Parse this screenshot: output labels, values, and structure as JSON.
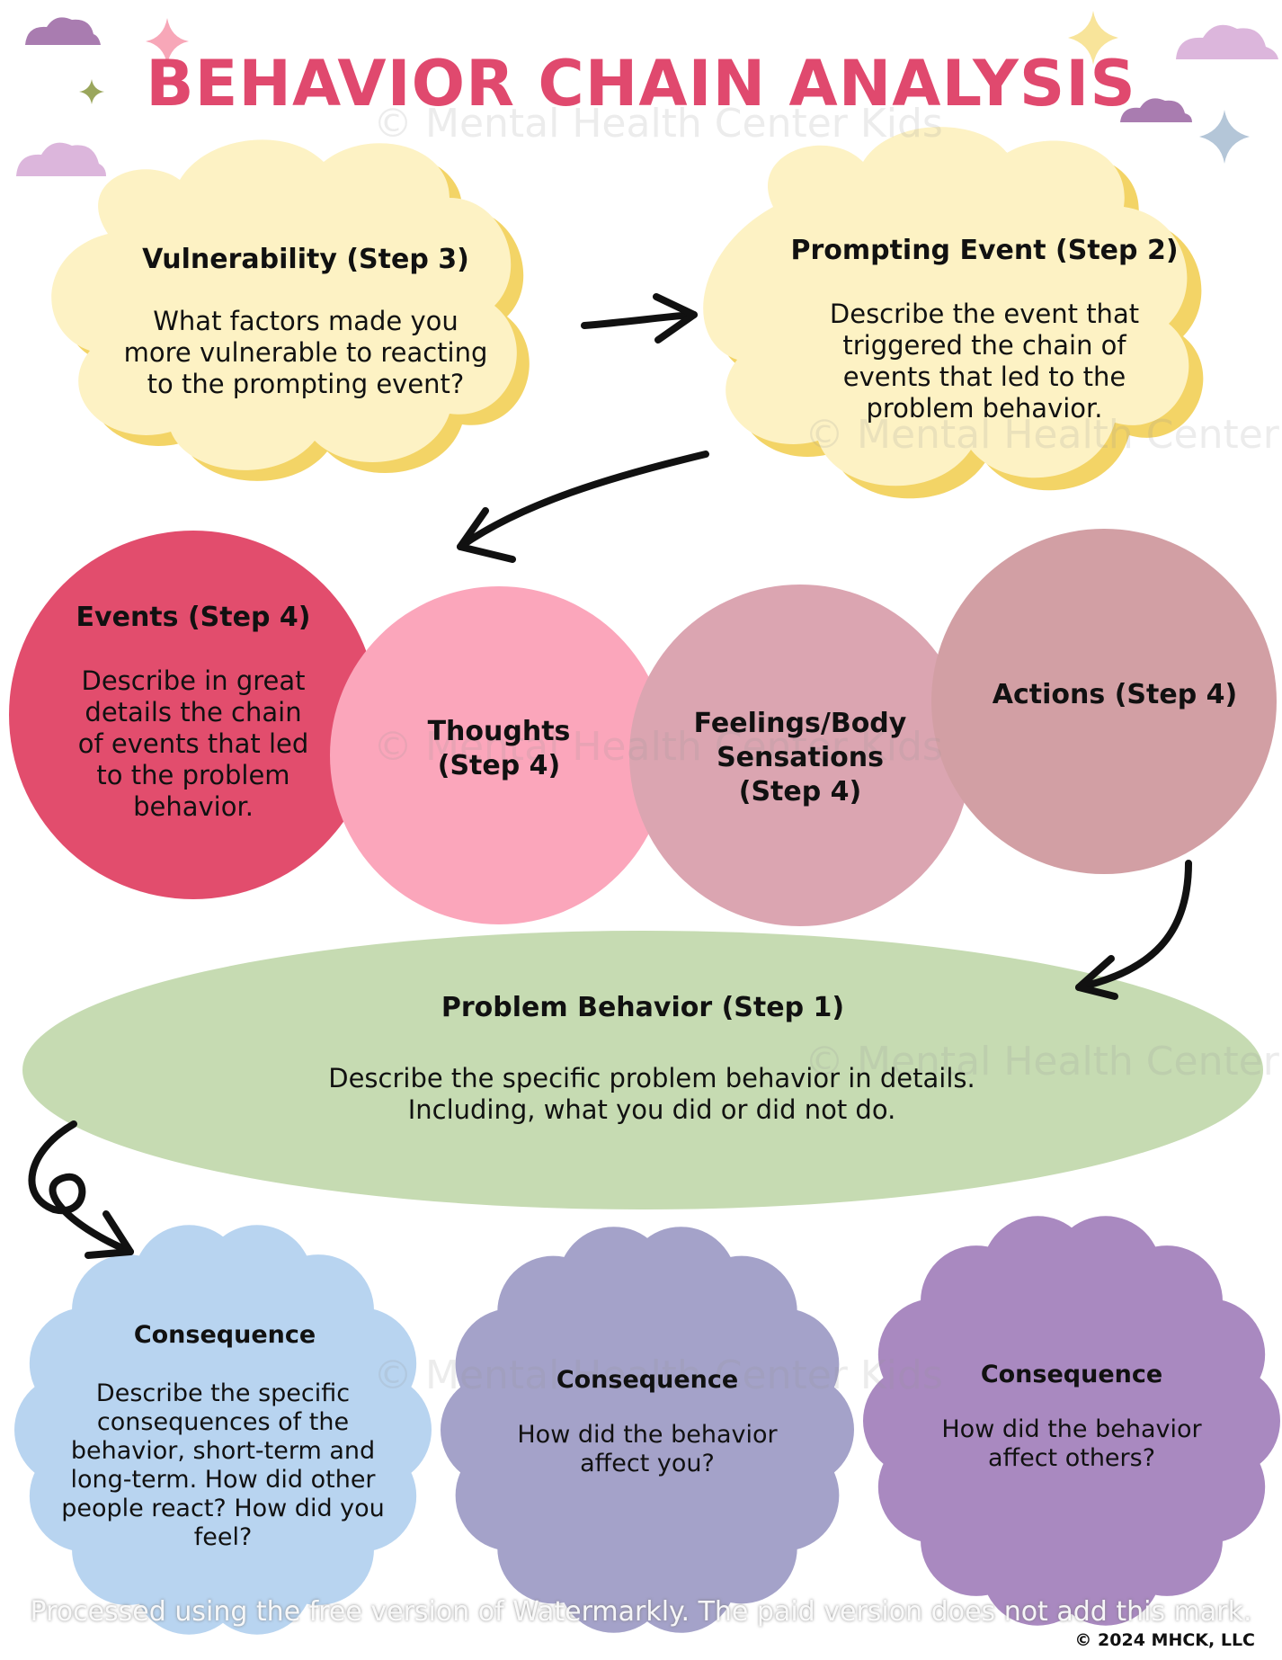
{
  "title": "BEHAVIOR CHAIN ANALYSIS",
  "colors": {
    "title": "#e0496e",
    "cloud_fill": "#fdf2c4",
    "cloud_shadow": "#f3d466",
    "events": "#e24d6d",
    "thoughts": "#fba6bb",
    "feelings": "#dba5b1",
    "actions": "#d29fa4",
    "problem": "#c6dbb2",
    "consequence_1": "#b8d4f0",
    "consequence_2": "#a4a2c9",
    "consequence_3": "#a989c0"
  },
  "vulnerability": {
    "heading": "Vulnerability (Step 3)",
    "body": "What factors made you more vulnerable to reacting to the prompting event?"
  },
  "prompting": {
    "heading": "Prompting Event (Step 2)",
    "body": "Describe the event that triggered the chain of events that led to the problem behavior."
  },
  "events": {
    "heading": "Events (Step 4)",
    "body": "Describe in great details the chain of events that led to the problem behavior."
  },
  "thoughts": {
    "heading": "Thoughts (Step 4)"
  },
  "feelings": {
    "heading": "Feelings/Body Sensations (Step 4)"
  },
  "actions": {
    "heading": "Actions (Step 4)"
  },
  "problem": {
    "heading": "Problem Behavior (Step 1)",
    "body": "Describe the specific problem behavior in details. Including, what you did or did not do."
  },
  "consequences": [
    {
      "heading": "Consequence",
      "body": "Describe the specific consequences of the behavior, short-term and long-term. How did other people react? How did you feel?"
    },
    {
      "heading": "Consequence",
      "body": "How did the behavior affect  you?"
    },
    {
      "heading": "Consequence",
      "body": "How did the behavior affect  others?"
    }
  ],
  "watermark_text": "© Mental Health Center Kids",
  "footer_note": "Processed using the free version of Watermarkly. The paid version does not add this mark.",
  "copyright": "© 2024 MHCK, LLC"
}
